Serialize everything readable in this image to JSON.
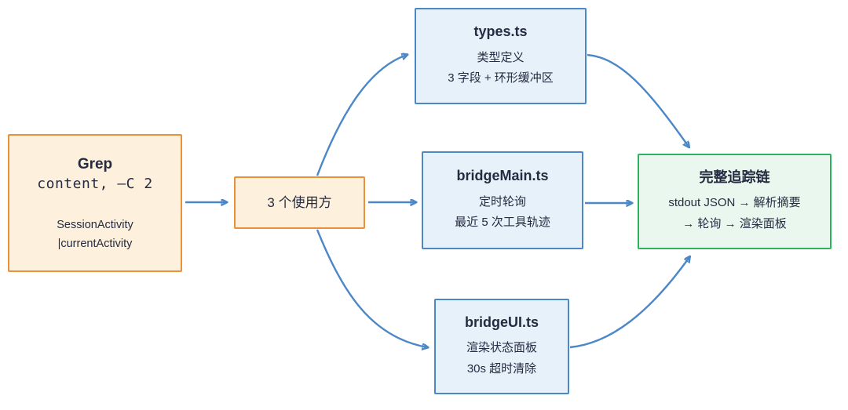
{
  "diagram": {
    "background": "#ffffff",
    "colors": {
      "arrow": "#4c87c8",
      "orange_border": "#e8913a",
      "orange_fill": "#fdf0dd",
      "blue_border": "#4c87c8",
      "blue_fill": "#e7f1fa",
      "green_border": "#2bb45d",
      "green_fill": "#eaf7ee",
      "text": "#252b41"
    },
    "nodes": {
      "source": {
        "title": "Grep",
        "command": "content, –C 2",
        "line1": "SessionActivity",
        "line2": "|currentActivity"
      },
      "consumers": {
        "label": "3 个使用方"
      },
      "types": {
        "title": "types.ts",
        "line1": "类型定义",
        "line2": "3 字段 + 环形缓冲区"
      },
      "bridge_main": {
        "title": "bridgeMain.ts",
        "line1": "定时轮询",
        "line2": "最近 5 次工具轨迹"
      },
      "bridge_ui": {
        "title": "bridgeUI.ts",
        "line1": "渲染状态面板",
        "line2": "30s 超时清除"
      },
      "result": {
        "title": "完整追踪链",
        "line1": "stdout JSON → 解析摘要",
        "line2": "→ 轮询 → 渲染面板"
      }
    },
    "edges": [
      {
        "from": "source",
        "to": "consumers"
      },
      {
        "from": "consumers",
        "to": "types"
      },
      {
        "from": "consumers",
        "to": "bridge_main"
      },
      {
        "from": "consumers",
        "to": "bridge_ui"
      },
      {
        "from": "types",
        "to": "result"
      },
      {
        "from": "bridge_main",
        "to": "result"
      },
      {
        "from": "bridge_ui",
        "to": "result"
      }
    ]
  }
}
